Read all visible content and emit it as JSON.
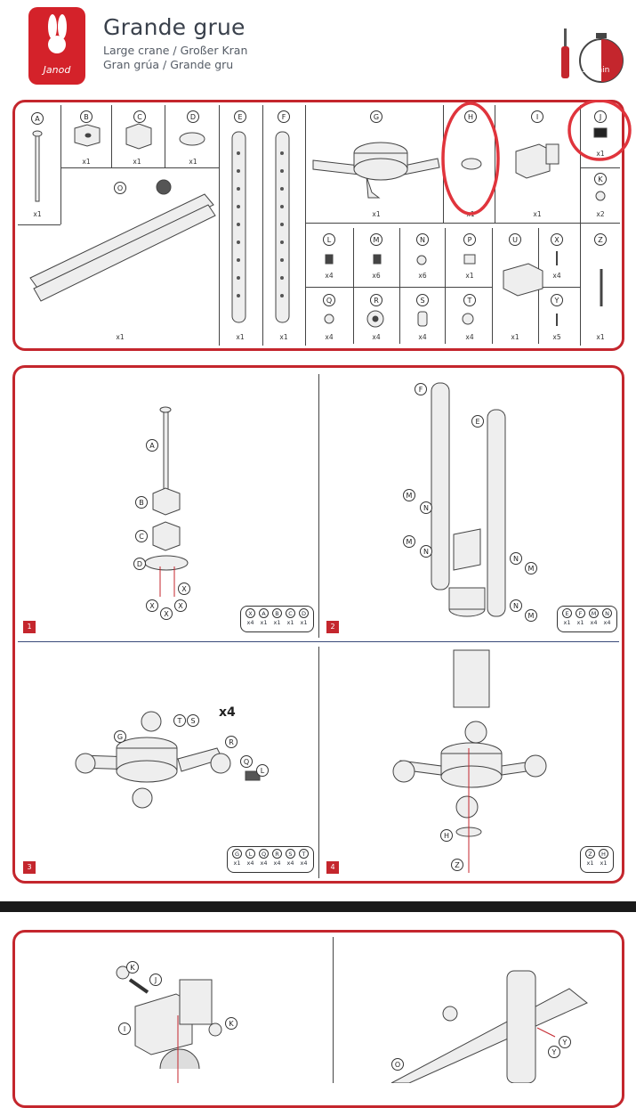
{
  "header": {
    "brand": "Janod",
    "title": "Grande grue",
    "subtitle1": "Large crane / Großer Kran",
    "subtitle2": "Gran grúa / Grande gru",
    "time": "30 min"
  },
  "parts": [
    {
      "id": "A",
      "qty": "x1"
    },
    {
      "id": "B",
      "qty": "x1"
    },
    {
      "id": "C",
      "qty": "x1"
    },
    {
      "id": "D",
      "qty": "x1"
    },
    {
      "id": "E",
      "qty": "x1"
    },
    {
      "id": "F",
      "qty": "x1"
    },
    {
      "id": "G",
      "qty": "x1"
    },
    {
      "id": "H",
      "qty": "x1"
    },
    {
      "id": "I",
      "qty": "x1"
    },
    {
      "id": "J",
      "qty": "x1"
    },
    {
      "id": "K",
      "qty": "x2"
    },
    {
      "id": "O",
      "qty": "x1"
    },
    {
      "id": "L",
      "qty": "x4"
    },
    {
      "id": "M",
      "qty": "x6"
    },
    {
      "id": "N",
      "qty": "x6"
    },
    {
      "id": "P",
      "qty": "x1"
    },
    {
      "id": "U",
      "qty": "x1"
    },
    {
      "id": "X",
      "qty": "x4"
    },
    {
      "id": "Z",
      "qty": "x1"
    },
    {
      "id": "Q",
      "qty": "x4"
    },
    {
      "id": "R",
      "qty": "x4"
    },
    {
      "id": "S",
      "qty": "x4"
    },
    {
      "id": "T",
      "qty": "x4"
    },
    {
      "id": "Y",
      "qty": "x5"
    }
  ],
  "steps": [
    {
      "num": "1",
      "legend": [
        {
          "id": "X",
          "qty": "x4"
        },
        {
          "id": "A",
          "qty": "x1"
        },
        {
          "id": "B",
          "qty": "x1"
        },
        {
          "id": "C",
          "qty": "x1"
        },
        {
          "id": "D",
          "qty": "x1"
        }
      ]
    },
    {
      "num": "2",
      "legend": [
        {
          "id": "E",
          "qty": "x1"
        },
        {
          "id": "F",
          "qty": "x1"
        },
        {
          "id": "M",
          "qty": "x4"
        },
        {
          "id": "N",
          "qty": "x4"
        }
      ]
    },
    {
      "num": "3",
      "legend": [
        {
          "id": "G",
          "qty": "x1"
        },
        {
          "id": "L",
          "qty": "x4"
        },
        {
          "id": "Q",
          "qty": "x4"
        },
        {
          "id": "R",
          "qty": "x4"
        },
        {
          "id": "S",
          "qty": "x4"
        },
        {
          "id": "T",
          "qty": "x4"
        }
      ],
      "multiplier": "x4"
    },
    {
      "num": "4",
      "legend": [
        {
          "id": "Z",
          "qty": "x1"
        },
        {
          "id": "H",
          "qty": "x1"
        }
      ]
    }
  ],
  "step_labels": {
    "s1": [
      "A",
      "B",
      "C",
      "D",
      "X",
      "X",
      "X",
      "X"
    ],
    "s2": [
      "F",
      "E",
      "M",
      "N",
      "M",
      "N",
      "N",
      "M",
      "N",
      "M"
    ],
    "s3": [
      "T",
      "S",
      "G",
      "R",
      "Q",
      "L"
    ],
    "s4": [
      "H",
      "Z"
    ],
    "s5": [
      "K",
      "J",
      "I",
      "K"
    ],
    "s6": [
      "Y",
      "Y",
      "O"
    ]
  },
  "colors": {
    "accent": "#c4262d",
    "line": "#333333"
  }
}
